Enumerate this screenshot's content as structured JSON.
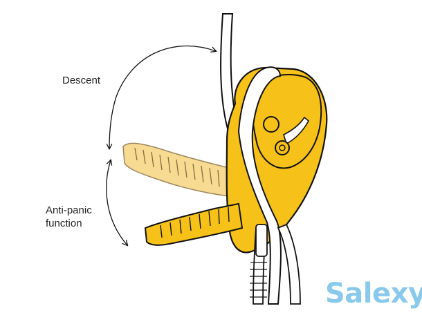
{
  "labels": {
    "descent": "Descent",
    "anti_panic_line1": "Anti-panic",
    "anti_panic_line2": "function"
  },
  "watermark": "Salexy",
  "colors": {
    "device_yellow": "#f6c21a",
    "handle_pale": "#f8d887",
    "outline": "#111111",
    "watermark": "#7cc4ea",
    "background": "#ffffff"
  },
  "icons": {
    "arrow_descent": "curved-double-arrow-icon",
    "arrow_anti_panic": "curved-double-arrow-icon"
  }
}
